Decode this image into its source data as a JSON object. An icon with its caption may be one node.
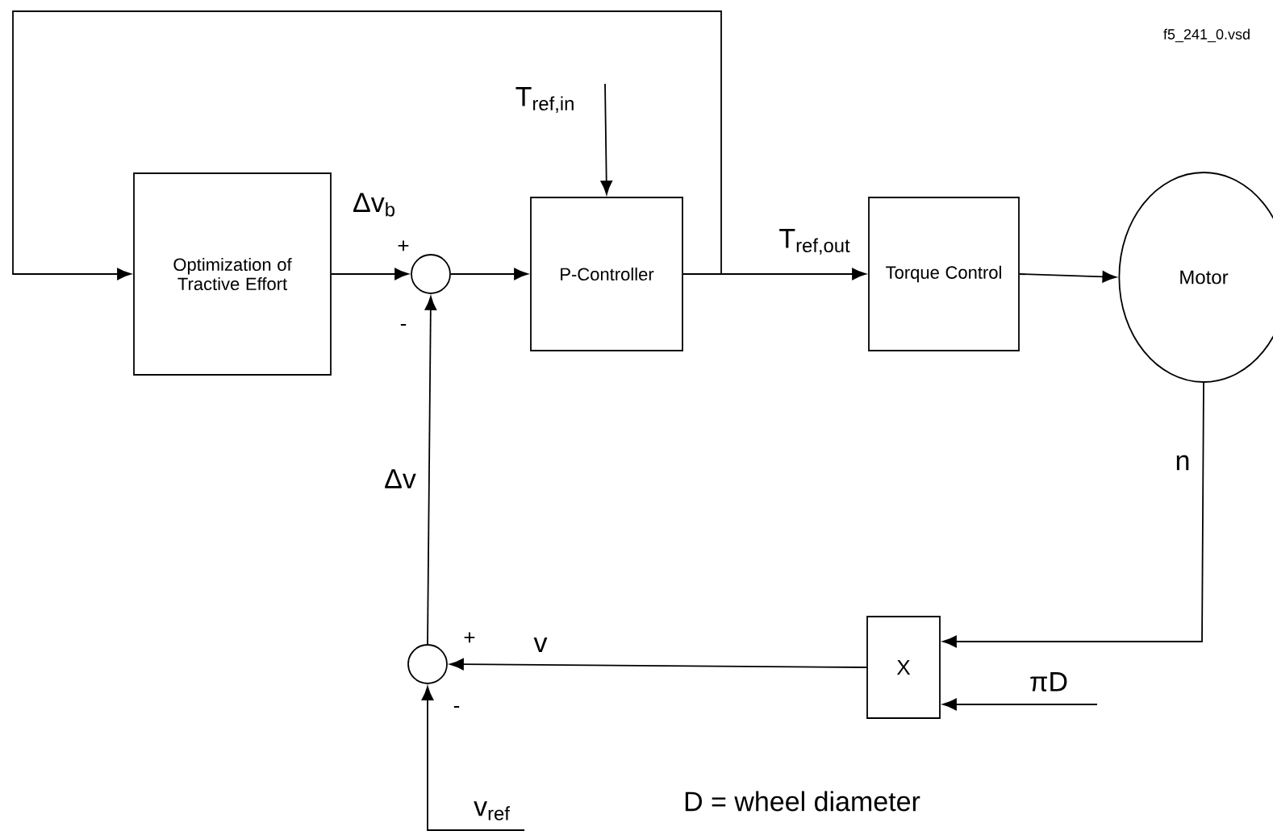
{
  "diagram": {
    "nodes": [
      {
        "text": [
          "Optimization of Tractive Effort"
        ]
      },
      {
        "text": [],
        "shape": "circle"
      },
      {
        "text": [
          "P-Controller"
        ]
      },
      {
        "text": [
          "Torque Control"
        ]
      },
      {
        "text": [
          "Motor"
        ]
      },
      {
        "text": [
          "X"
        ]
      },
      {
        "text": [],
        "shape": "circle"
      }
    ],
    "edges": [
      {
        "from": 2,
        "to": 0,
        "arrow": "to"
      },
      {
        "from": 0,
        "to": 1,
        "arrow": "to",
        "label": "Δv$_{b}$"
      },
      {
        "from": 1,
        "to": 2,
        "arrow": "to"
      },
      {
        "from": 2,
        "to": 3,
        "arrow": "to",
        "label": "T$_{ref,out}$"
      },
      {
        "from": 3,
        "to": 4,
        "arrow": "to"
      },
      {
        "from": 4,
        "to": 5,
        "arrow": "to",
        "label": "n"
      },
      {
        "from": null,
        "to": 5,
        "arrow": "to",
        "label": "πD"
      },
      {
        "from": 5,
        "to": 6,
        "arrow": "to",
        "label": "v"
      },
      {
        "from": null,
        "to": 6,
        "arrow": "to",
        "label": "v$_{ref}$"
      },
      {
        "from": 6,
        "to": 1,
        "arrow": "to",
        "label": "Δv"
      },
      {
        "from": null,
        "to": 2,
        "arrow": "to",
        "label": "T$_{ref,in}$"
      }
    ],
    "labels": [
      "f5_241_0.vsd",
      "+",
      "-",
      "+",
      "-",
      "D = wheel diameter"
    ]
  }
}
